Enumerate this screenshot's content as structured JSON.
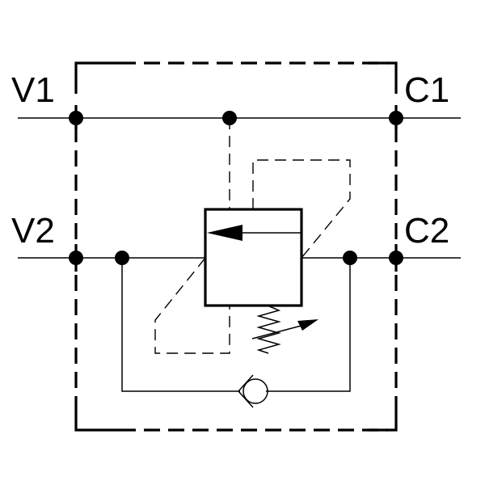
{
  "ports": {
    "v1": "V1",
    "c1": "C1",
    "v2": "V2",
    "c2": "C2"
  },
  "colors": {
    "line": "#000000",
    "background": "#ffffff"
  }
}
